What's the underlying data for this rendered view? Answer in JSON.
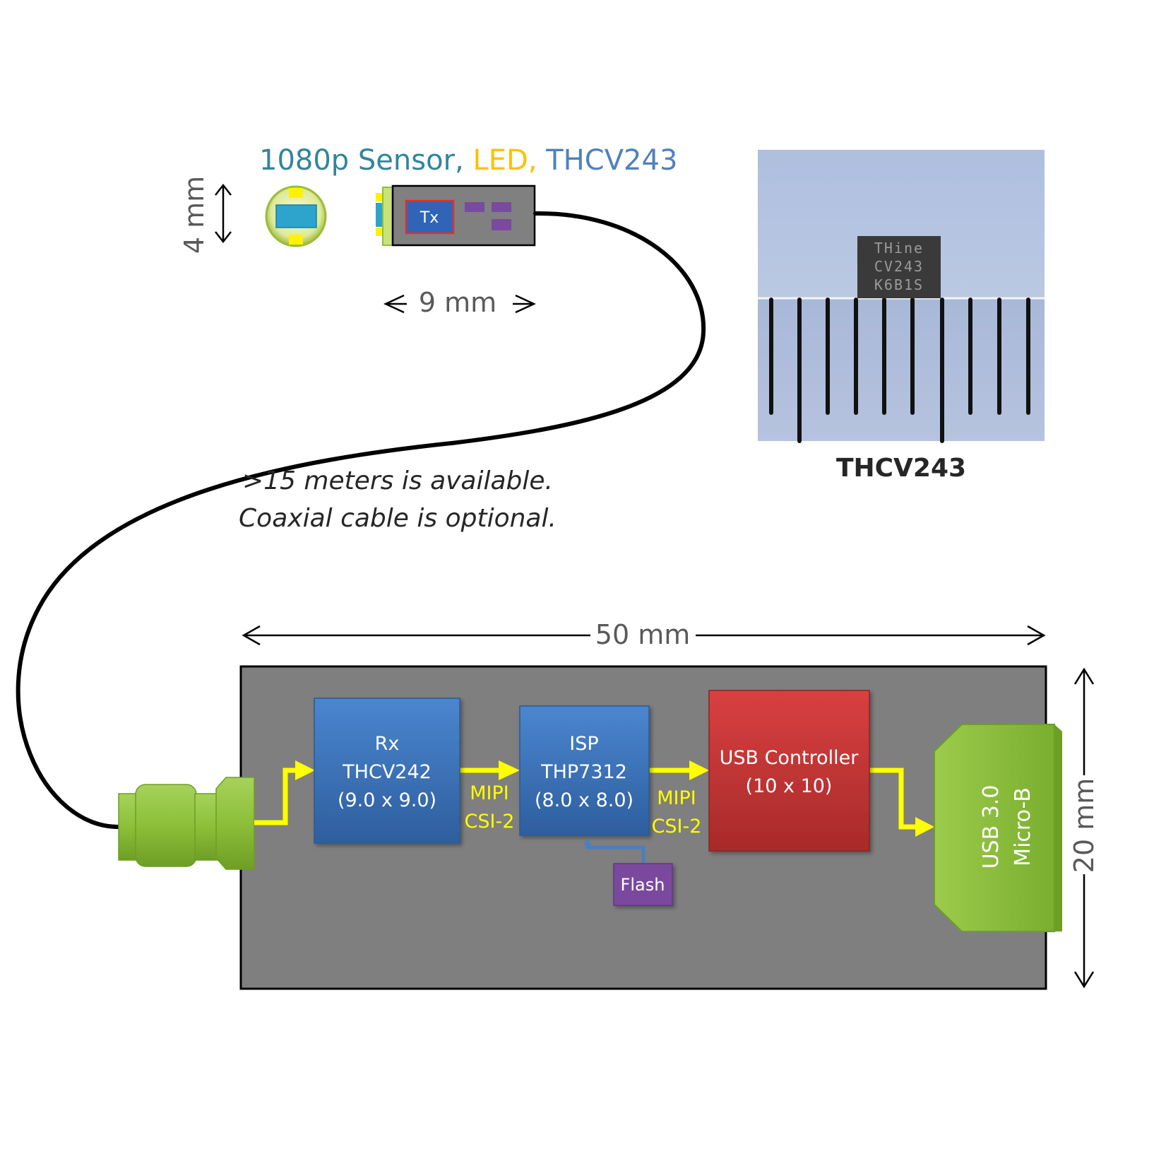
{
  "header": {
    "part1": "1080p Sensor,",
    "part2": " LED,",
    "part3": " THCV243",
    "color1": "#31859C",
    "color2": "#FFC000",
    "color3": "#4F81BD"
  },
  "camera_module": {
    "tx_label": "Tx",
    "height_label": "4 mm",
    "width_label": "9 mm"
  },
  "cable_note": {
    "line1": ">15 meters is available.",
    "line2": "Coaxial cable is optional."
  },
  "photo": {
    "chip_line1": "THine",
    "chip_line2": "CV243",
    "chip_line3": "K6B1S",
    "caption": "THCV243"
  },
  "board": {
    "width_label": "50 mm",
    "height_label": "20 mm",
    "rx": {
      "line1": "Rx",
      "line2": "THCV242",
      "line3": "(9.0 x 9.0)"
    },
    "isp": {
      "line1": "ISP",
      "line2": "THP7312",
      "line3": "(8.0 x 8.0)"
    },
    "usb": {
      "line1": "USB Controller",
      "line2": "(10 x 10)"
    },
    "flash": "Flash",
    "link1": {
      "line1": "MIPI",
      "line2": "CSI-2"
    },
    "link2": {
      "line1": "MIPI",
      "line2": "CSI-2"
    },
    "usb_connector": {
      "line1": "USB 3.0",
      "line2": "Micro-B"
    }
  },
  "colors": {
    "board": "#7F7F7F",
    "block_blue": "#3A72B8",
    "block_red": "#C0392B",
    "flash_purple": "#7A4A9E",
    "connector_green": "#8DBF3A",
    "signal_yellow": "#FFFF00",
    "dimension_text": "#595959"
  }
}
